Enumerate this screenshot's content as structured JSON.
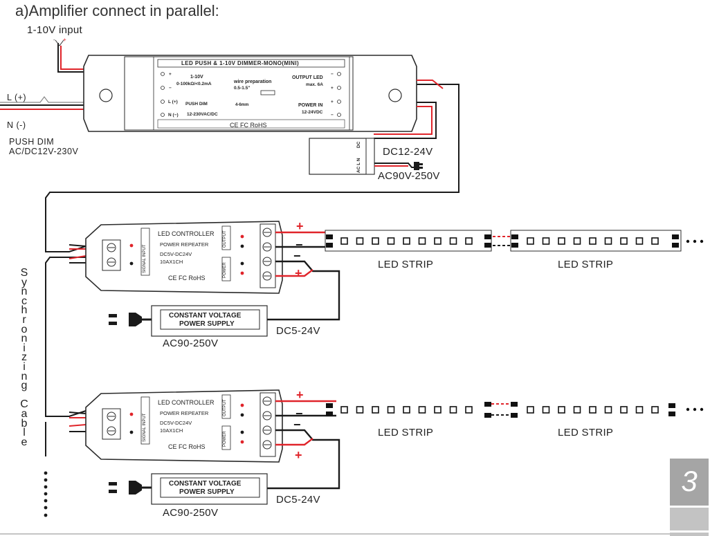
{
  "title": "a)Amplifier connect in parallel:",
  "input_label": "1-10V  input",
  "live_label": "L (+)",
  "neutral_label": "N (-)",
  "push_dim_label": "PUSH DIM",
  "ac_range_label": "AC/DC12V-230V",
  "dimmer": {
    "title": "LED PUSH & 1-10V DIMMER-MONO(MINI)",
    "input_spec": "1-10V",
    "input_spec2": "0-100kΩ/<0.2mA",
    "push_label": "PUSH DIM",
    "mains_label": "12-230VAC/DC",
    "wire_prep": "wire preparation",
    "wire_prep_dim": "0.5-1.5\"",
    "wire_strip_len": "4-6mm",
    "output_led": "OUTPUT LED",
    "output_max": "max. 6A",
    "power_in": "POWER IN",
    "power_in_range": "12-24VDC",
    "cert": "CE FC RoHS"
  },
  "adapter": {
    "dc_label": "DC12-24V",
    "ac_label": "AC90V-250V"
  },
  "repeaters": [
    {
      "title": "LED CONTROLLER",
      "sub": "POWER REPEATER",
      "voltage": "DC5V-DC24V",
      "current": "10AX1CH",
      "cert": "CE FC RoHS",
      "signal_label": "SIGNAL INPUT",
      "output_label": "OUTPUT",
      "power_label": "POWER",
      "psu_line1": "CONSTANT VOLTAGE",
      "psu_line2": "POWER SUPPLY",
      "psu_ac": "AC90-250V",
      "psu_dc": "DC5-24V",
      "strip1": "LED STRIP",
      "strip2": "LED STRIP"
    },
    {
      "title": "LED CONTROLLER",
      "sub": "POWER REPEATER",
      "voltage": "DC5V-DC24V",
      "current": "10AX1CH",
      "cert": "CE FC RoHS",
      "signal_label": "SIGNAL INPUT",
      "output_label": "OUTPUT",
      "power_label": "POWER",
      "psu_line1": "CONSTANT VOLTAGE",
      "psu_line2": "POWER SUPPLY",
      "psu_ac": "AC90-250V",
      "psu_dc": "DC5-24V",
      "strip1": "LED STRIP",
      "strip2": "LED STRIP"
    }
  ],
  "sync_cable_label": "Synchronizing Cable",
  "page_number": "3",
  "colors": {
    "positive_wire": "#e0242a",
    "negative_wire": "#1a1a1a",
    "device_outline": "#2a2a2a",
    "badge": "#a5a5a5"
  }
}
